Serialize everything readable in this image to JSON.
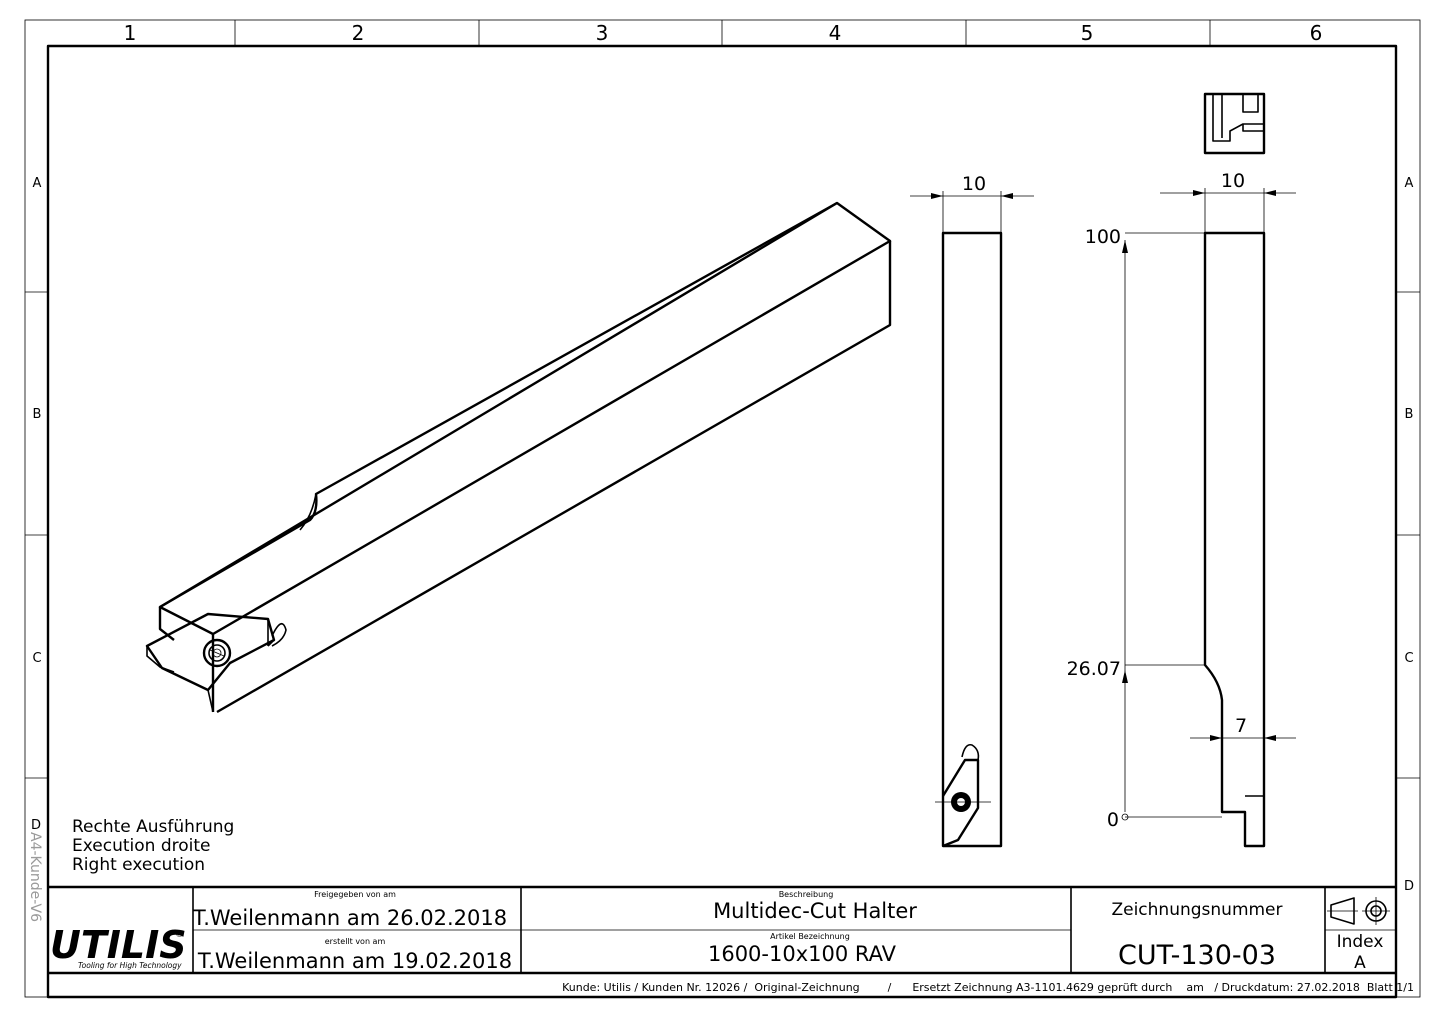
{
  "frame": {
    "columns": [
      "1",
      "2",
      "3",
      "4",
      "5",
      "6"
    ],
    "rows": [
      "A",
      "B",
      "C",
      "D"
    ],
    "side_label": "A4-Kunde-V6"
  },
  "notes": [
    "Rechte Ausführung",
    "Execution droite",
    "Right execution"
  ],
  "dimensions": {
    "front_width": "10",
    "side_width": "10",
    "height_100": "100",
    "height_26": "26.07",
    "height_0": "0",
    "neck_width": "7"
  },
  "title_block": {
    "logo": "UTILIS",
    "logo_tagline": "Tooling for High Technology",
    "released_caption": "Freigegeben von am",
    "released_value": "T.Weilenmann am 26.02.2018",
    "created_caption": "erstellt von am",
    "created_value": "T.Weilenmann am 19.02.2018",
    "description_caption": "Beschreibung",
    "description_value": "Multidec-Cut Halter",
    "article_caption": "Artikel Bezeichnung",
    "article_value": "1600-10x100 RAV",
    "drawing_number_caption": "Zeichnungsnummer",
    "drawing_number": "CUT-130-03",
    "index_caption": "Index",
    "index_value": "A"
  },
  "footer": "Kunde: Utilis / Kunden Nr. 12026 /  Original-Zeichnung        /      Ersetzt Zeichnung A3-1101.4629 geprüft durch    am   / Druckdatum: 27.02.2018  Blatt 1/1"
}
